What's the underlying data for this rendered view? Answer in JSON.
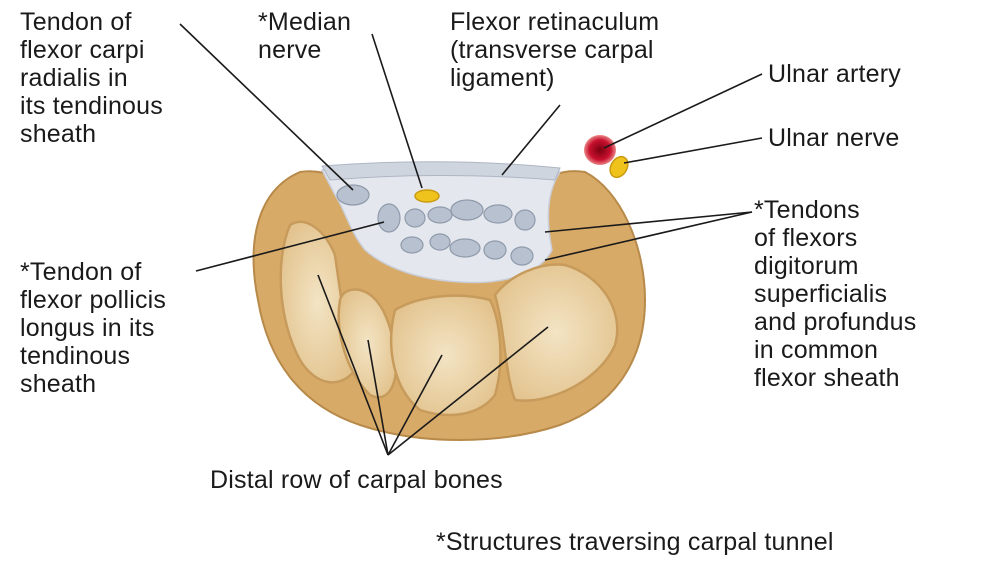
{
  "labels": {
    "fcr_tendon": "Tendon of\nflexor carpi\nradialis in\nits tendinous\nsheath",
    "median_nerve": "*Median\nnerve",
    "flexor_retinaculum": "Flexor retinaculum\n(transverse carpal\nligament)",
    "ulnar_artery": "Ulnar artery",
    "ulnar_nerve": "Ulnar nerve",
    "flexor_tendons": "*Tendons\nof flexors\ndigitorum\nsuperficialis\nand profundus\nin common\nflexor sheath",
    "fpl_tendon": "*Tendon of\nflexor pollicis\nlongus in its\ntendinous\nsheath",
    "carpal_bones": "Distal row of carpal bones",
    "footnote": "*Structures traversing carpal tunnel"
  },
  "colors": {
    "bone_outer": "#d8aa68",
    "bone_inner": "#ecd7ad",
    "tunnel": "#dfe3ea",
    "tendon": "#b8c1cf",
    "nerve": "#f0c21c",
    "artery": "#c8102e",
    "leader": "#1a1a1a"
  }
}
